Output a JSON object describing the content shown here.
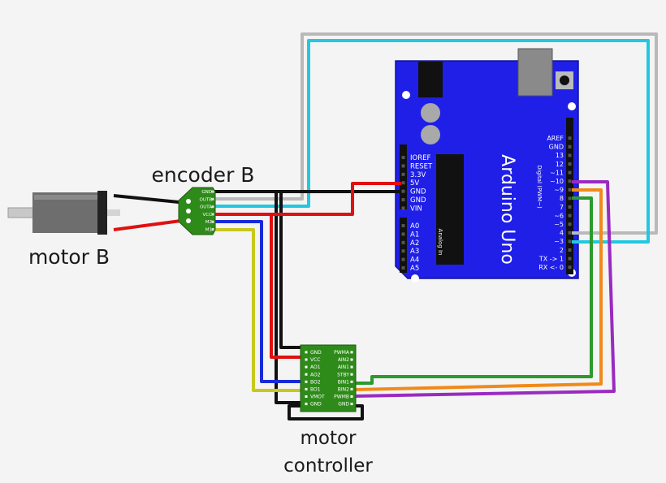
{
  "labels": {
    "encoder": "encoder B",
    "motor": "motor B",
    "controller_line1": "motor",
    "controller_line2": "controller"
  },
  "arduino": {
    "name": "Arduino Uno",
    "power_pins": [
      "IOREF",
      "RESET",
      "3.3V",
      "5V",
      "GND",
      "GND",
      "VIN"
    ],
    "analog_pins": [
      "A0",
      "A1",
      "A2",
      "A3",
      "A4",
      "A5"
    ],
    "analog_label": "Analog In",
    "digital_label": "Digital (PWM~)",
    "digital_pins": [
      "AREF",
      "GND",
      "13",
      "12",
      "~11",
      "~10",
      "~9",
      "8",
      "7",
      "~6",
      "~5",
      "4",
      "~3",
      "2",
      "TX -> 1",
      "RX <- 0"
    ]
  },
  "encoder_pins": [
    "GND",
    "OUTB",
    "OUTA",
    "VCC",
    "M2",
    "M1"
  ],
  "controller": {
    "left_pins": [
      "GND",
      "VCC",
      "AO1",
      "AO2",
      "BO2",
      "BO1",
      "VMOT",
      "GND"
    ],
    "right_pins": [
      "PWMA",
      "AIN2",
      "AIN1",
      "STBY",
      "BIN1",
      "BIN2",
      "PWMB",
      "GND"
    ]
  },
  "colors": {
    "arduino_blue": "#1f1fe8",
    "pcb_green": "#2e8b1a",
    "wire_black": "#111111",
    "wire_red": "#e01010",
    "wire_gray": "#b9b9b9",
    "wire_cyan": "#22c8e0",
    "wire_blue": "#1a2ad8",
    "wire_yellow": "#c8c81e",
    "wire_green": "#2c9a2c",
    "wire_orange": "#f08a18",
    "wire_purple": "#9a2ac0",
    "motor_gray": "#6e6e6e"
  }
}
